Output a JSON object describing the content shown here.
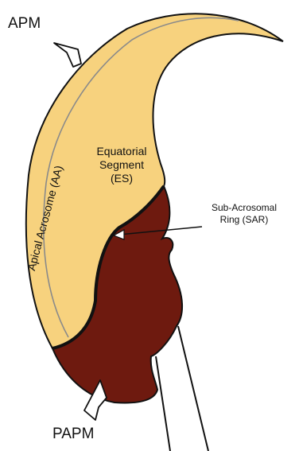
{
  "labels": {
    "apm": "APM",
    "papm": "PAPM",
    "apical_acrosome": "Apical Acrosome (AA)",
    "equatorial_segment": "Equatorial\nSegment\n(ES)",
    "sub_acrosomal_ring": "Sub-Acrosomal\nRing (SAR)"
  },
  "colors": {
    "acrosome": "#F7D27E",
    "postacrosomal": "#6E1A0F",
    "outline": "#111111",
    "inner_line": "#8A8A8A",
    "tail": "#ffffff"
  }
}
